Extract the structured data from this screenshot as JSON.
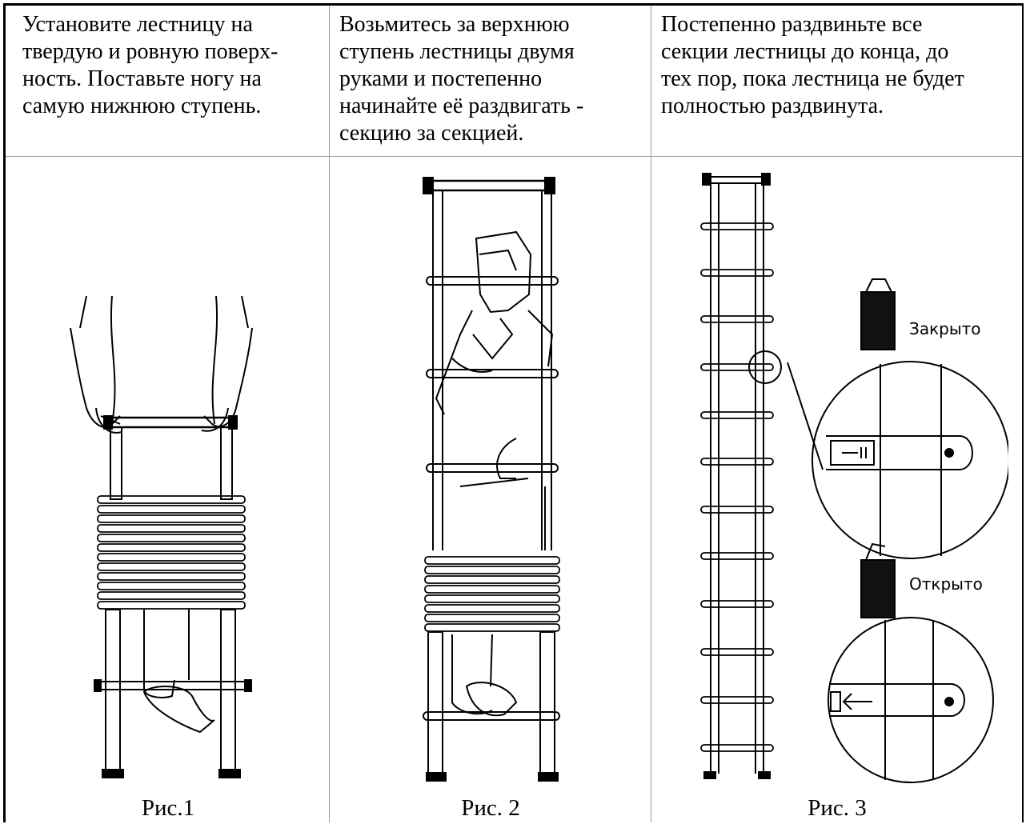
{
  "columns": [
    {
      "instruction": "Установите лестницу на\nтвердую и ровную поверх-\nность. Поставьте ногу на\nсамую нижнюю ступень.",
      "caption": "Рис.1"
    },
    {
      "instruction": "Возьмитесь за верхнюю\nступень лестницы двумя\nруками и постепенно\nначинайте её раздвигать -\nсекцию за секцией.",
      "caption": "Рис. 2"
    },
    {
      "instruction": "Постепенно раздвиньте все\nсекции лестницы до конца, до\nтех пор, пока лестница не будет\nполностью раздвинута.",
      "caption": "Рис. 3"
    }
  ],
  "labels": {
    "closed": "Закрыто",
    "open": "Открыто"
  }
}
